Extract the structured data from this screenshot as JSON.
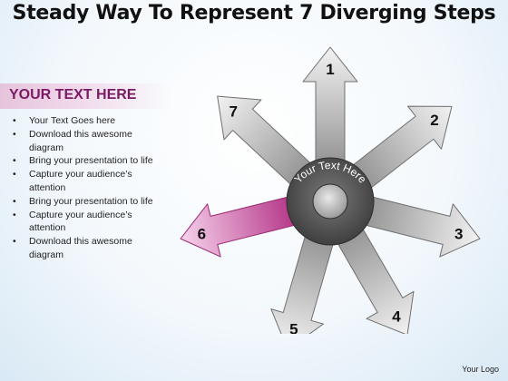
{
  "title": "Steady Way To Represent 7 Diverging Steps",
  "sidebar": {
    "heading": "YOUR TEXT HERE",
    "bullets": [
      "Your Text Goes here",
      "Download this awesome diagram",
      "Bring your presentation to life",
      "Capture your audience’s attention",
      "Bring your presentation to life",
      "Capture your audience’s attention",
      "Download this awesome diagram"
    ]
  },
  "diagram": {
    "hub_text": "Your Text Here",
    "highlight_step": "6",
    "steps": [
      {
        "number": "1",
        "angle": -90
      },
      {
        "number": "2",
        "angle": -38
      },
      {
        "number": "3",
        "angle": 14
      },
      {
        "number": "4",
        "angle": 60
      },
      {
        "number": "5",
        "angle": 106
      },
      {
        "number": "6",
        "angle": 166
      },
      {
        "number": "7",
        "angle": 223
      }
    ],
    "colors": {
      "arrow_light": "#f2f2f2",
      "arrow_dark": "#8c8c8c",
      "highlight_light": "#f6d3ec",
      "highlight_dark": "#b0287f",
      "hub_outer": "#4a4a4a"
    }
  },
  "footer": {
    "logo": "Your Logo"
  }
}
